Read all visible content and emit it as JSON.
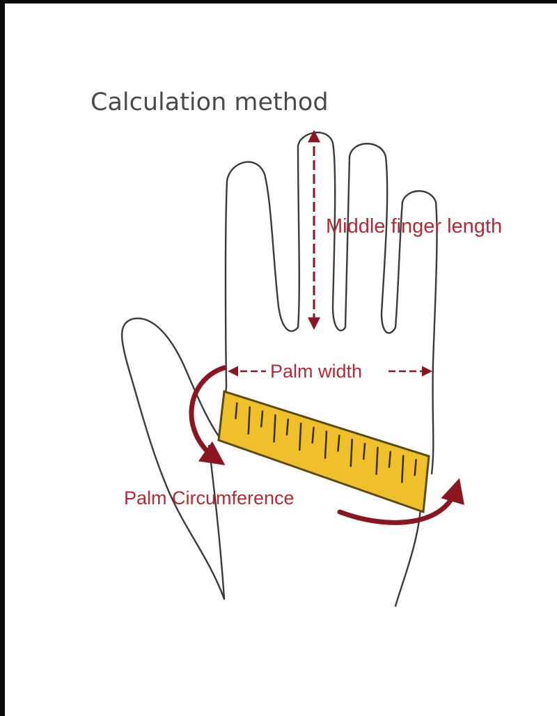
{
  "title": "Calculation method",
  "labels": {
    "middle_finger_length": "Middle finger length",
    "palm_width": "Palm width",
    "palm_circumference": "Palm Circumference"
  },
  "colors": {
    "outline": "#3a3a3a",
    "label_red": "#b22a36",
    "arrow_dark_red": "#8b1520",
    "ruler_yellow": "#f0bf2c",
    "ruler_border": "#5a4a10",
    "frame": "#0a0a0a"
  },
  "icons": {
    "ruler": "measuring-tape-icon",
    "circumference_arrows": "curved-arrow-icon"
  }
}
